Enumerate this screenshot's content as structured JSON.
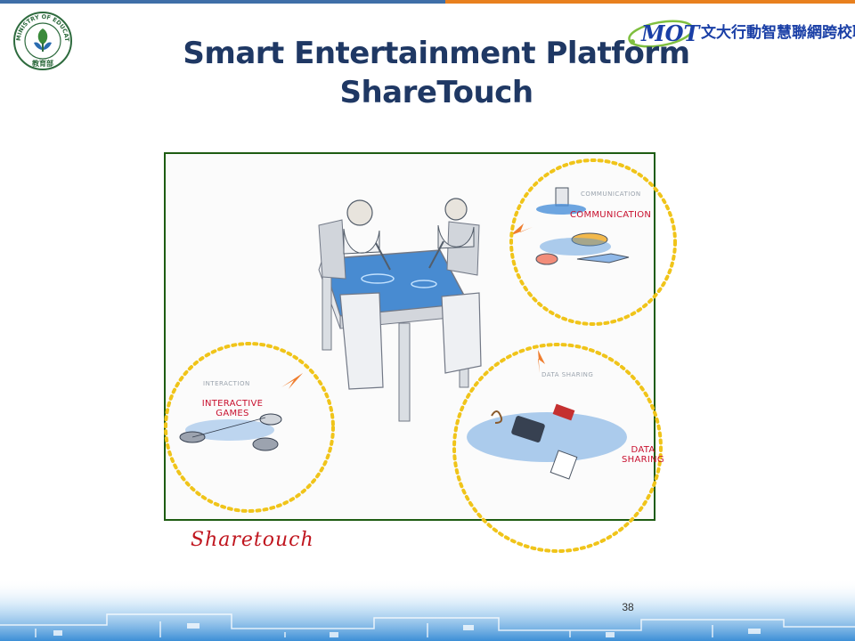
{
  "colors": {
    "top_bar_left": "#3f6fa8",
    "top_bar_right": "#e8801e",
    "title": "#1f3864",
    "frame_border": "#1e5c12",
    "label_red": "#c8102e",
    "dotted_circle": "#f0c419",
    "arrow": "#ef7d2e",
    "water_blue": "#4a90d9",
    "footer_blue": "#3d8fd6"
  },
  "header": {
    "left_logo": {
      "icon": "ministry-of-education-seal-icon",
      "ring_text": "MINISTRY OF EDUCATION",
      "bottom_text": "教育部"
    },
    "right_logo": {
      "icon": "mobile-smart-alliance-logo-icon",
      "emblem_text": "MOT",
      "text": "文大行動智慧聯網跨校聯盟"
    }
  },
  "title": {
    "line1": "Smart Entertainment Platform",
    "line2": "ShareTouch"
  },
  "illustration": {
    "labels": {
      "communication": "COMMUNICATION",
      "interactive_games": "INTERACTIVE\nGAMES",
      "data_sharing": "DATA\nSHARING"
    },
    "sketch_labels": {
      "communication": "COMMUNICATION",
      "interaction": "INTERACTION",
      "data_sharing": "DATA SHARING"
    }
  },
  "caption": "Sharetouch",
  "footer": {
    "page_number": "38"
  }
}
